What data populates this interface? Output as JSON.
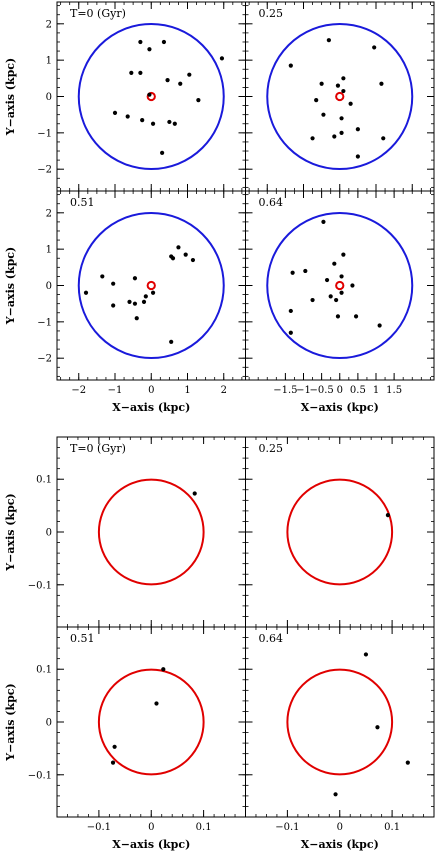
{
  "chart_data": [
    {
      "type": "scatter",
      "grid_layout": "2x2",
      "xlabel": "X−axis (kpc)",
      "ylabel": "Y−axis (kpc)",
      "xlim": [
        -2.6,
        2.6
      ],
      "ylim": [
        -2.6,
        2.6
      ],
      "xticks": [
        -2,
        -1,
        0,
        1,
        2
      ],
      "yticks": [
        -2,
        -1,
        0,
        1,
        2
      ],
      "xticks_bottom_right": [
        -1.5,
        -1,
        -0.5,
        0,
        0.5,
        1,
        1.5
      ],
      "circle_radius": 2.0,
      "circle_color": "#1a1adb",
      "center_marker_color": "#e00000",
      "center_marker_radius": 0.1,
      "point_color": "#000000",
      "panels": [
        {
          "label": "T=0 (Gyr)",
          "points": [
            [
              -0.3,
              1.5
            ],
            [
              0.35,
              1.5
            ],
            [
              -0.05,
              1.3
            ],
            [
              1.95,
              1.05
            ],
            [
              -0.55,
              0.65
            ],
            [
              -0.3,
              0.65
            ],
            [
              1.05,
              0.6
            ],
            [
              0.45,
              0.45
            ],
            [
              0.8,
              0.35
            ],
            [
              -0.05,
              0.05
            ],
            [
              1.3,
              -0.1
            ],
            [
              -1.0,
              -0.45
            ],
            [
              -0.65,
              -0.55
            ],
            [
              -0.25,
              -0.65
            ],
            [
              0.05,
              -0.75
            ],
            [
              0.5,
              -0.7
            ],
            [
              0.65,
              -0.75
            ],
            [
              0.3,
              -1.55
            ]
          ]
        },
        {
          "label": "0.25",
          "points": [
            [
              -0.3,
              1.55
            ],
            [
              0.95,
              1.35
            ],
            [
              -1.35,
              0.85
            ],
            [
              0.1,
              0.5
            ],
            [
              -0.5,
              0.35
            ],
            [
              -0.05,
              0.3
            ],
            [
              1.15,
              0.35
            ],
            [
              0.1,
              0.15
            ],
            [
              -0.65,
              -0.1
            ],
            [
              0.3,
              -0.2
            ],
            [
              -0.45,
              -0.5
            ],
            [
              0.05,
              -0.6
            ],
            [
              0.5,
              -0.9
            ],
            [
              0.05,
              -1.0
            ],
            [
              -0.15,
              -1.1
            ],
            [
              1.2,
              -1.15
            ],
            [
              -0.75,
              -1.15
            ],
            [
              0.5,
              -1.65
            ]
          ]
        },
        {
          "label": "0.51",
          "points": [
            [
              0.75,
              1.05
            ],
            [
              0.95,
              0.85
            ],
            [
              0.55,
              0.8
            ],
            [
              0.6,
              0.75
            ],
            [
              1.15,
              0.7
            ],
            [
              -1.35,
              0.25
            ],
            [
              -0.45,
              0.2
            ],
            [
              -1.05,
              0.05
            ],
            [
              -1.8,
              -0.2
            ],
            [
              0.05,
              -0.2
            ],
            [
              -0.15,
              -0.3
            ],
            [
              -0.6,
              -0.45
            ],
            [
              -0.45,
              -0.5
            ],
            [
              -0.2,
              -0.45
            ],
            [
              -1.05,
              -0.55
            ],
            [
              -0.4,
              -0.9
            ],
            [
              0.55,
              -1.55
            ]
          ]
        },
        {
          "label": "0.64",
          "points": [
            [
              -0.45,
              1.75
            ],
            [
              0.1,
              0.85
            ],
            [
              -0.15,
              0.6
            ],
            [
              -1.3,
              0.35
            ],
            [
              -0.95,
              0.4
            ],
            [
              0.05,
              0.25
            ],
            [
              -0.35,
              0.15
            ],
            [
              0.35,
              0.0
            ],
            [
              0.05,
              -0.2
            ],
            [
              -0.25,
              -0.3
            ],
            [
              -0.75,
              -0.4
            ],
            [
              -0.1,
              -0.4
            ],
            [
              -1.35,
              -0.7
            ],
            [
              -0.05,
              -0.85
            ],
            [
              0.45,
              -0.85
            ],
            [
              1.1,
              -1.1
            ],
            [
              -1.35,
              -1.3
            ]
          ]
        }
      ]
    },
    {
      "type": "scatter",
      "grid_layout": "2x2",
      "xlabel": "X−axis (kpc)",
      "ylabel": "Y−axis (kpc)",
      "xlim": [
        -0.18,
        0.18
      ],
      "ylim": [
        -0.18,
        0.18
      ],
      "xticks": [
        -0.1,
        0,
        0.1
      ],
      "yticks": [
        -0.1,
        0,
        0.1
      ],
      "circle_radius": 0.1,
      "circle_color": "#e00000",
      "point_color": "#000000",
      "panels": [
        {
          "label": "T=0 (Gyr)",
          "points": [
            [
              0.083,
              0.073
            ]
          ]
        },
        {
          "label": "0.25",
          "points": [
            [
              0.092,
              0.032
            ]
          ]
        },
        {
          "label": "0.51",
          "points": [
            [
              0.023,
              0.1
            ],
            [
              0.01,
              0.035
            ],
            [
              -0.07,
              -0.047
            ],
            [
              -0.073,
              -0.077
            ]
          ]
        },
        {
          "label": "0.64",
          "points": [
            [
              0.05,
              0.128
            ],
            [
              0.072,
              -0.01
            ],
            [
              0.13,
              -0.077
            ],
            [
              -0.008,
              -0.137
            ]
          ]
        }
      ]
    }
  ]
}
